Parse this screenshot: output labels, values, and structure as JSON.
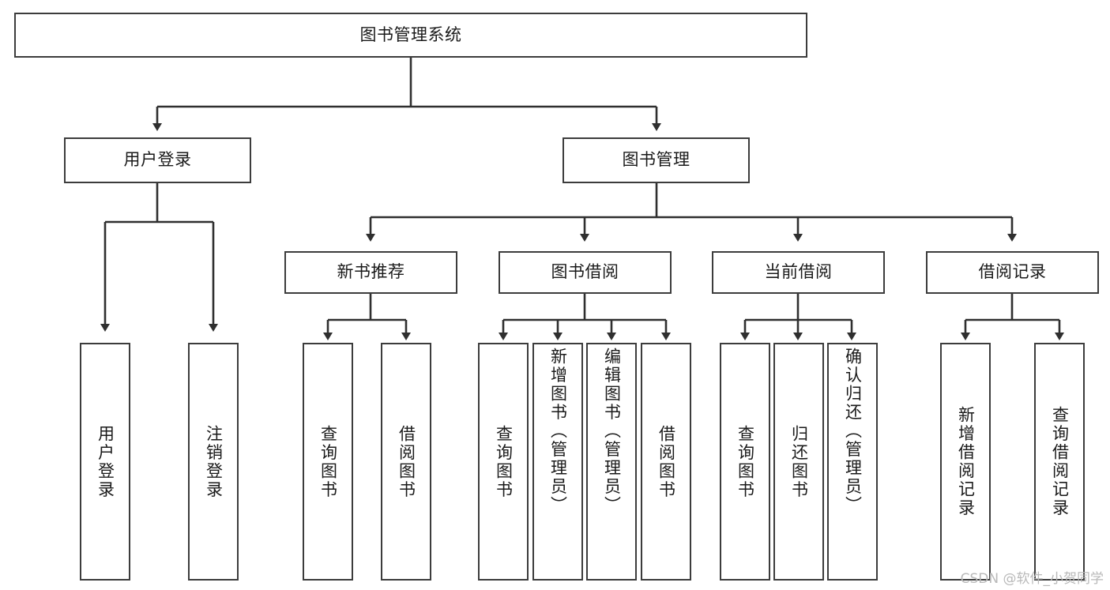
{
  "diagram": {
    "title": "图书管理系统",
    "watermark": "CSDN @软件_小贺同学",
    "colors": {
      "border": "#3c3c3c",
      "fill": "#ffffff",
      "text": "#1a1a1a",
      "edge": "#2f2f2f",
      "watermark": "#b9b9b9"
    },
    "nodes": {
      "root": {
        "label": "图书管理系统"
      },
      "level2": [
        {
          "id": "user-login",
          "label": "用户登录"
        },
        {
          "id": "book-manage",
          "label": "图书管理"
        }
      ],
      "level3": [
        {
          "id": "new-book-rec",
          "label": "新书推荐"
        },
        {
          "id": "book-borrow",
          "label": "图书借阅"
        },
        {
          "id": "current-borrow",
          "label": "当前借阅"
        },
        {
          "id": "borrow-record",
          "label": "借阅记录"
        }
      ],
      "leaves": {
        "user_login": [
          {
            "id": "leaf-user-login",
            "label": "用户登录"
          },
          {
            "id": "leaf-user-logout",
            "label": "注销登录"
          }
        ],
        "new_book_rec": [
          {
            "id": "leaf-query-book-1",
            "label": "查询图书"
          },
          {
            "id": "leaf-borrow-book-1",
            "label": "借阅图书"
          }
        ],
        "book_borrow": [
          {
            "id": "leaf-query-book-2",
            "label": "查询图书"
          },
          {
            "id": "leaf-add-book",
            "label": "新增图书（管理员）"
          },
          {
            "id": "leaf-edit-book",
            "label": "编辑图书（管理员）"
          },
          {
            "id": "leaf-borrow-book-2",
            "label": "借阅图书"
          }
        ],
        "current_borrow": [
          {
            "id": "leaf-query-book-3",
            "label": "查询图书"
          },
          {
            "id": "leaf-return-book",
            "label": "归还图书"
          },
          {
            "id": "leaf-confirm-return",
            "label": "确认归还（管理员）"
          }
        ],
        "borrow_record": [
          {
            "id": "leaf-add-record",
            "label": "新增借阅记录"
          },
          {
            "id": "leaf-query-record",
            "label": "查询借阅记录"
          }
        ]
      }
    }
  }
}
